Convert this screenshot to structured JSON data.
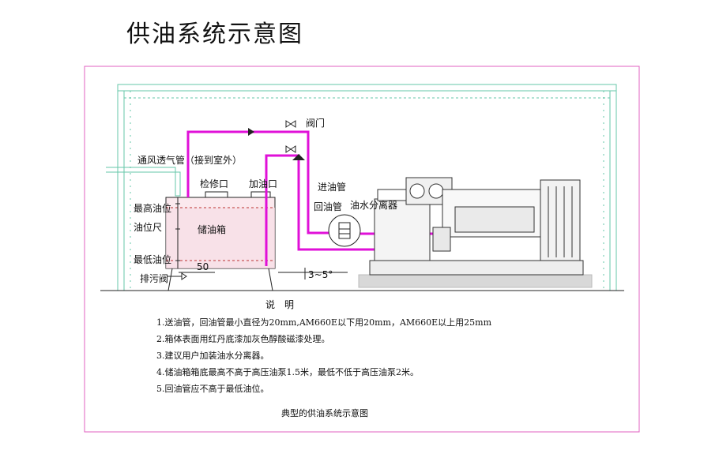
{
  "title": "供油系统示意图",
  "labels": {
    "vent_pipe": "通风透气管（接到室外）",
    "valve": "阀门",
    "inspection_port": "检修口",
    "fill_port": "加油口",
    "max_level": "最高油位",
    "level_gauge": "油位尺",
    "storage_tank": "储油箱",
    "min_level": "最低油位",
    "drain_valve": "排污阀",
    "inlet_pipe": "进油管",
    "return_pipe": "回油管",
    "separator": "油水分离器",
    "dim_50": "50",
    "slope": "3~5°"
  },
  "notes": {
    "heading": "说　明",
    "items": [
      "1.送油管，回油管最小直径为20mm,AM660E以下用20mm，AM660E以上用25mm",
      "2.箱体表面用红丹底漆加灰色醇酸磁漆处理。",
      "3.建议用户加装油水分离器。",
      "4.储油箱箱底最高不高于高压油泵1.5米，最低不低于高压油泵2米。",
      "5.回油管应不高于最低油位。"
    ],
    "caption": "典型的供油系统示意图"
  },
  "colors": {
    "frame": "#e060c0",
    "room": "#66c7a8",
    "pipe": "#e010d8",
    "line": "#222222",
    "tank_fill": "#fbe9ee",
    "base": "#d8d8d8"
  }
}
